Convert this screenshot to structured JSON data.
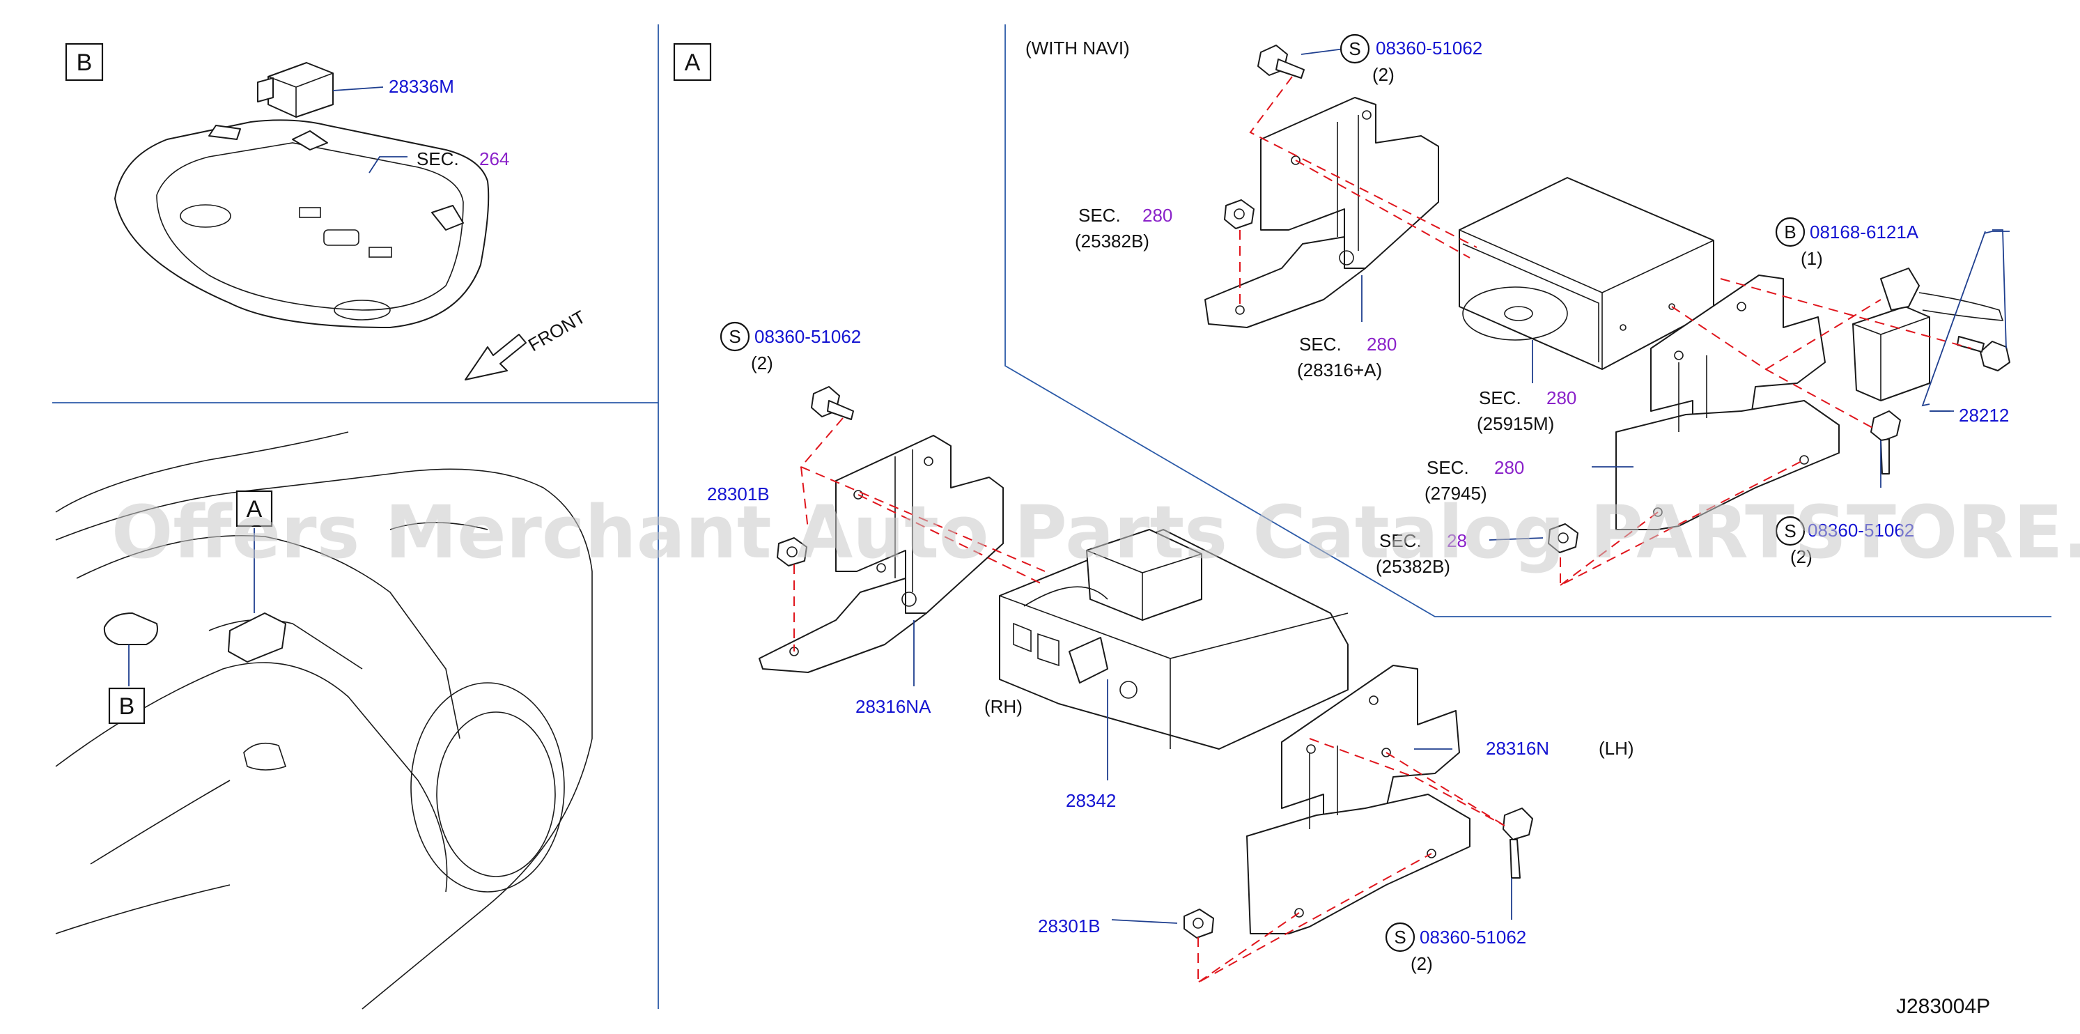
{
  "panels": {
    "b": "B",
    "a": "A",
    "car_a": "A",
    "car_b": "B"
  },
  "labels": {
    "p28336M": "28336M",
    "sec264_sec": "SEC.",
    "sec264_num": "264",
    "front": "FRONT",
    "with_navi": "(WITH   NAVI)",
    "s_top_num": "08360-51062",
    "s_top_qty": "(2)",
    "sec280_a_sec": "SEC.",
    "sec280_a_num": "280",
    "sec280_a_ref": "(25382B)",
    "sec280_b_sec": "SEC.",
    "sec280_b_num": "280",
    "sec280_b_ref": "(28316+A)",
    "sec280_c_sec": "SEC.",
    "sec280_c_num": "280",
    "sec280_c_ref": "(25915M)",
    "b_bolt_num": "08168-6121A",
    "b_bolt_qty": "(1)",
    "p28212": "28212",
    "sec280_d_sec": "SEC.",
    "sec280_d_num": "280",
    "sec280_d_ref": "(27945)",
    "sec280_e_sec": "SEC.",
    "sec280_e_num": "28",
    "sec280_e_ref": "(25382B)",
    "s_right_num": "08360-51062",
    "s_right_qty": "(2)",
    "s_left_num": "08360-51062",
    "s_left_qty": "(2)",
    "p28301B_top": "28301B",
    "p28316NA": "28316NA",
    "rh": "(RH)",
    "p28342": "28342",
    "p28316N": "28316N",
    "lh": "(LH)",
    "p28301B_bottom": "28301B",
    "s_bottom_num": "08360-51062",
    "s_bottom_qty": "(2)",
    "s_mark": "S",
    "b_mark": "B",
    "drawing_code": "J283004P"
  },
  "watermark": "Offers Merchant Auto Parts Catalog PARTSTORE.SA",
  "colors": {
    "part_number": "#1414d2",
    "section_number": "#8a22c9",
    "dashed_line": "#e0161d",
    "frame_line": "#2b5aa8"
  }
}
